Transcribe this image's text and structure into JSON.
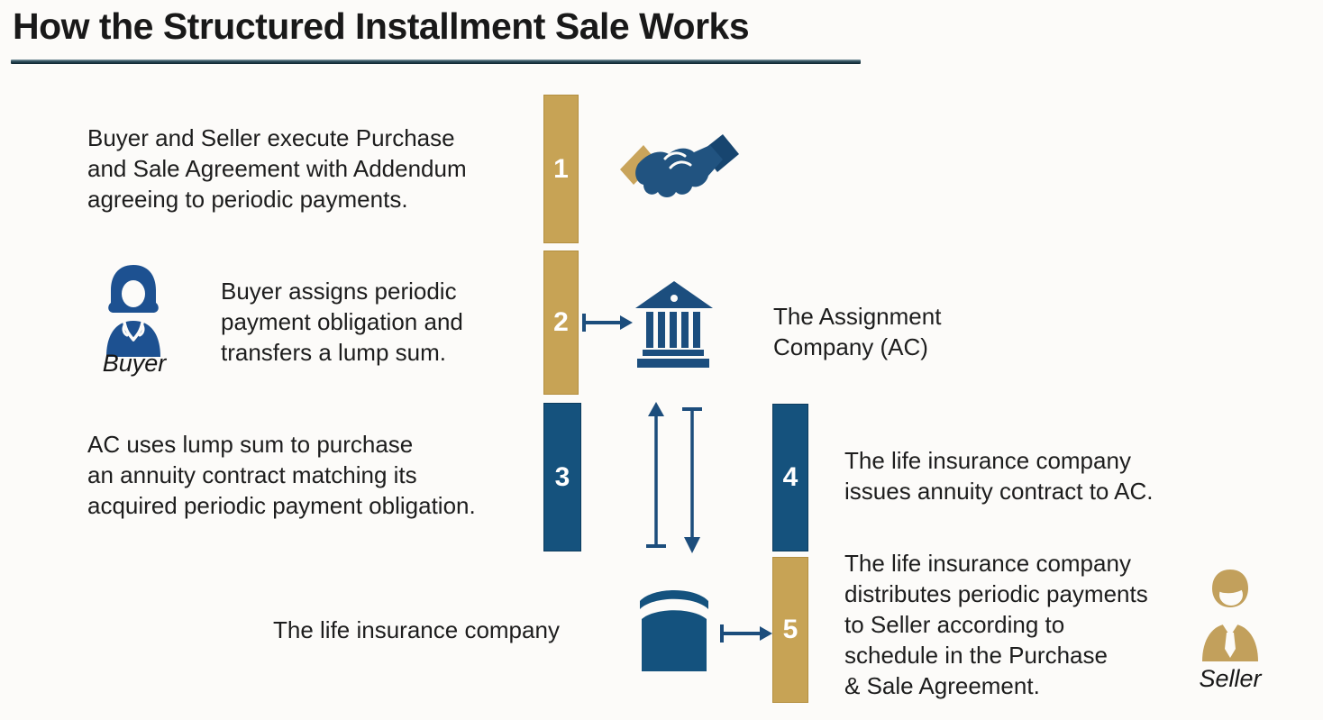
{
  "title": "How the Structured Installment Sale Works",
  "steps": [
    {
      "number": "1",
      "text": "Buyer and Seller execute Purchase\nand Sale Agreement with Addendum\nagreeing to periodic payments."
    },
    {
      "number": "2",
      "text": "Buyer assigns periodic\npayment obligation and\ntransfers a lump sum."
    },
    {
      "number": "3",
      "text": "AC uses lump sum to purchase\nan annuity contract matching its\nacquired periodic payment obligation."
    },
    {
      "number": "4",
      "text": "The life insurance company\nissues annuity contract to AC."
    },
    {
      "number": "5",
      "text": "The life insurance company\ndistributes periodic payments\nto Seller according to\nschedule in the Purchase\n& Sale Agreement."
    }
  ],
  "labels": {
    "buyer": "Buyer",
    "seller": "Seller",
    "assignment_company": "The Assignment\nCompany (AC)",
    "life_insurance_company": "The life insurance company"
  },
  "icons": [
    "handshake-icon",
    "buyer-person-icon",
    "bank-building-icon",
    "arrow-right-icon",
    "arrow-up-icon",
    "arrow-down-icon",
    "insurance-ledger-icon",
    "seller-person-icon"
  ],
  "colors": {
    "tan": "#C7A355",
    "navy": "#15527D",
    "icon_blue": "#1D5191",
    "arrow_blue": "#1C4D7C",
    "text": "#1D1D1D",
    "rule": "#2A4A58"
  }
}
